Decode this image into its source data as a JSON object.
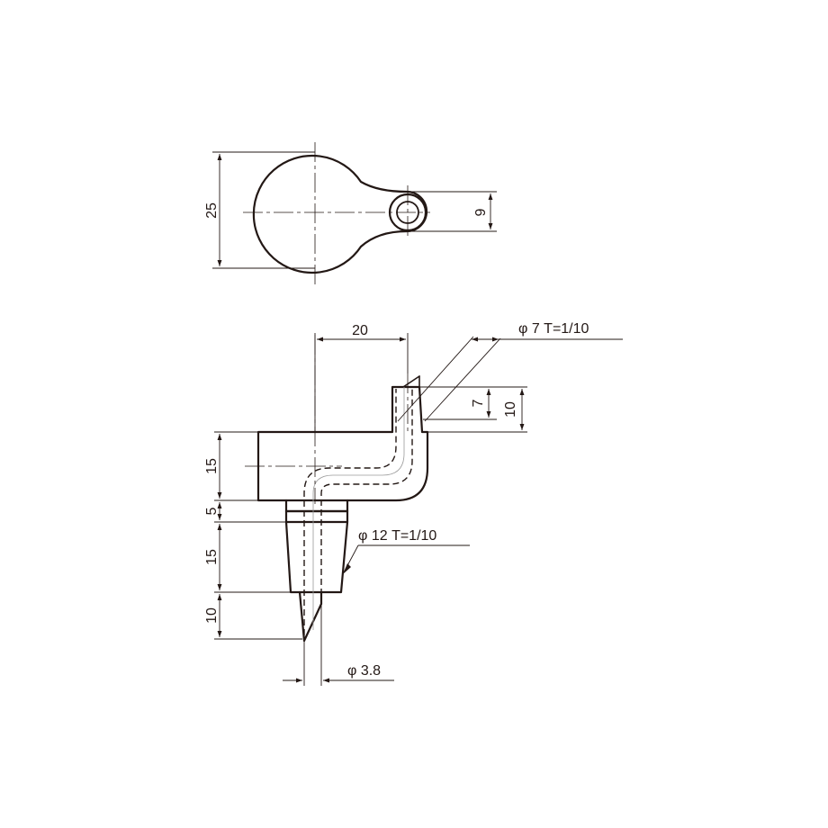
{
  "drawing": {
    "top_view": {
      "height_label": "25",
      "hole_label": "9"
    },
    "front_view": {
      "width_label": "20",
      "top_taper_label": "φ 7  T=1/10",
      "top_small_label": "7",
      "top_large_label": "10",
      "body_height_label": "15",
      "collar_label": "5",
      "shank_label": "15",
      "tip_label": "10",
      "shank_taper_label": "φ 12  T=1/10",
      "tip_diameter_label": "φ 3.8"
    },
    "colors": {
      "line": "#231815",
      "background": "#ffffff"
    }
  }
}
